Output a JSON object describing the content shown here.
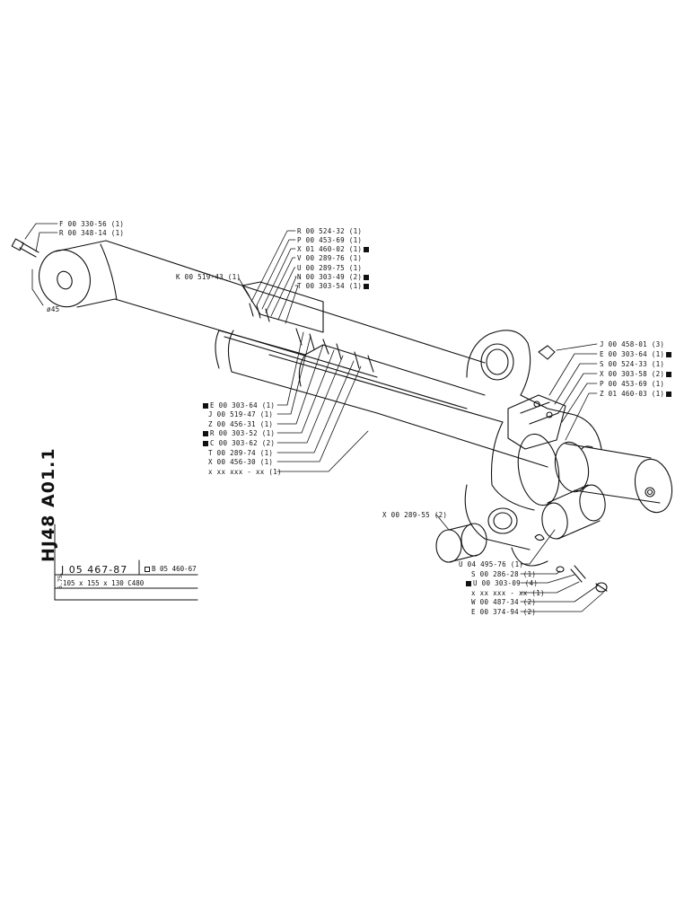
{
  "title_block": {
    "drawing_code": "HJ48 A01.1",
    "part_number": "J 05 467-87",
    "reference": "B 05 460-67",
    "page": "6.75",
    "spec": "105 x 155 x 130  C480"
  },
  "dimension": "ø45",
  "labels": {
    "l01": "F 00 330-56 (1)",
    "l02": "R 00 348-14 (1)",
    "l03": "K 00 519-43 (1)",
    "l04": "R 00 524-32 (1)",
    "l05": "P 00 453-69 (1)",
    "l06": "X 01 460-02 (1)",
    "l07": "V 00 289-76 (1)",
    "l08": "U 00 289-75 (1)",
    "l09": "N 00 303-49 (2)",
    "l10": "T 00 303-54 (1)",
    "l11": "E 00 303-64 (1)",
    "l12": "J 00 519-47 (1)",
    "l13": "Z 00 456-31 (1)",
    "l14": "R 00 303-52 (1)",
    "l15": "C 00 303-62 (2)",
    "l16": "T 00 289-74 (1)",
    "l17": "X 00 456-30 (1)",
    "l18": "x  xx xxx - xx (1)",
    "l19": "J 00 458-01 (3)",
    "l20": "E 00 303-64 (1)",
    "l21": "S 00 524-33 (1)",
    "l22": "X 00 303-58 (2)",
    "l23": "P 00 453-69 (1)",
    "l24": "Z 01 460-03 (1)",
    "l25": "X 00 289-55 (2)",
    "l26": "U 04 495-76 (1)",
    "l27": "S 00 286-28 (1)",
    "l28": "U 00 303-09 (4)",
    "l29": "x xx xxx - xx (1)",
    "l30": "W 00 487-34 (2)",
    "l31": "E 00 374-94 (2)"
  }
}
